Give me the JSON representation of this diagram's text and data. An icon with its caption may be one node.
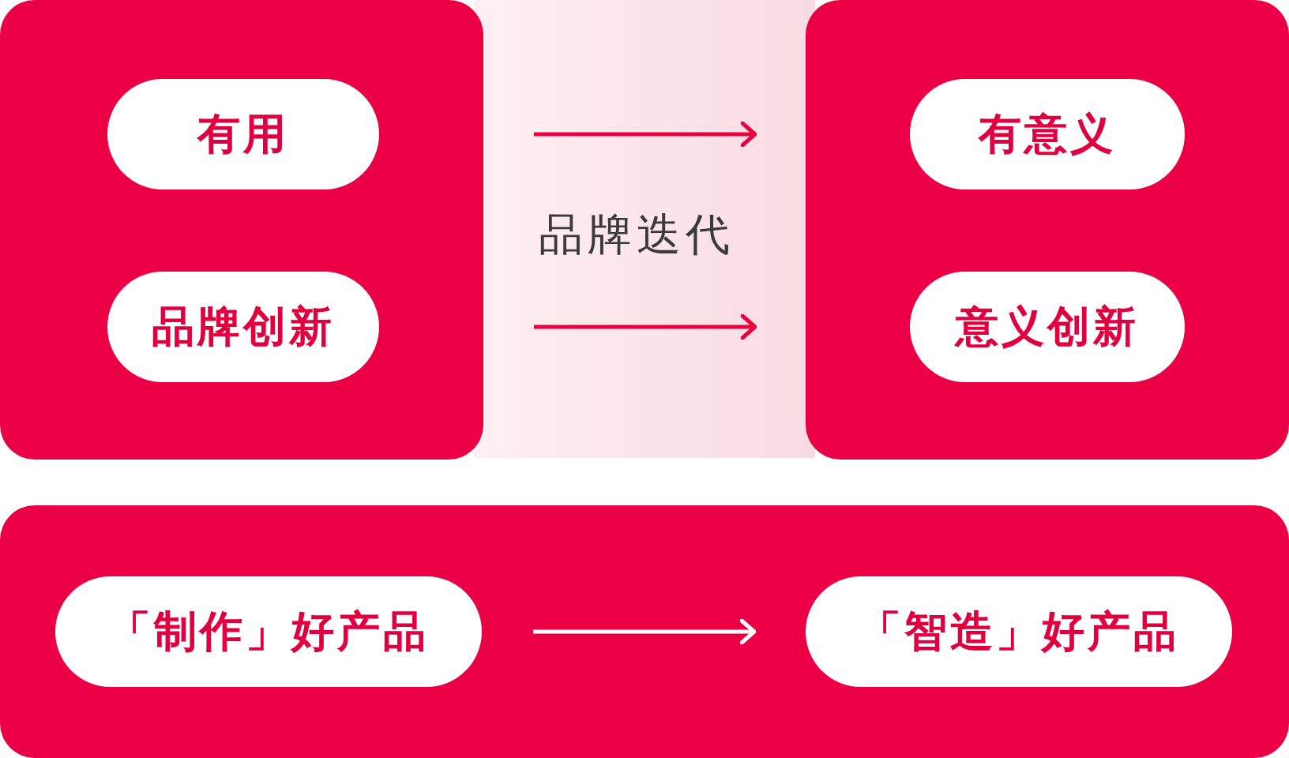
{
  "diagram": {
    "nodes": [
      {
        "text": [],
        "shape": "box"
      },
      {
        "text": [
          "有用"
        ],
        "in": 0
      },
      {
        "text": [
          "品牌创新"
        ],
        "in": 0
      },
      {
        "text": [],
        "shape": "box"
      },
      {
        "text": [
          "有意义"
        ],
        "in": 3
      },
      {
        "text": [
          "意义创新"
        ],
        "in": 3
      },
      {
        "text": [],
        "shape": "box"
      },
      {
        "text": [
          "「制作」好产品"
        ],
        "in": 6
      },
      {
        "text": [
          "「智造」好产品"
        ],
        "in": 6
      }
    ],
    "edges": [
      {
        "from": 0,
        "to": 3,
        "arrow": "to"
      },
      {
        "from": 0,
        "to": 3,
        "arrow": "to"
      },
      {
        "from": 7,
        "to": 8,
        "arrow": "to",
        "color": "#ffffff"
      }
    ],
    "labels": [
      "品牌迭代"
    ]
  }
}
